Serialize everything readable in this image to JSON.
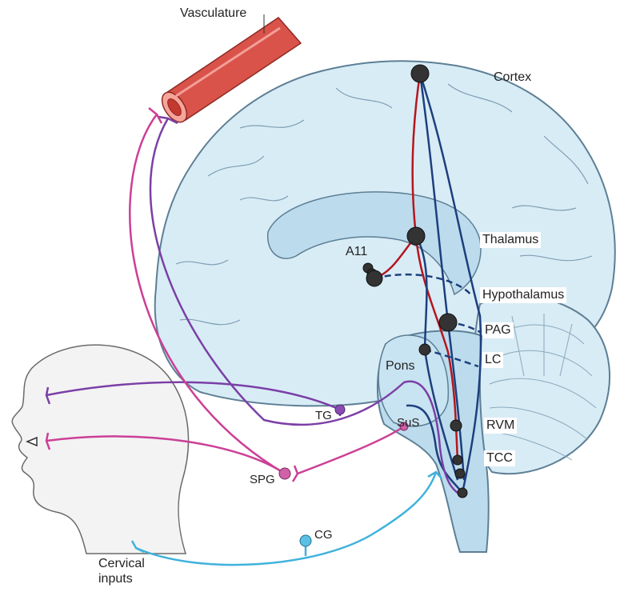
{
  "labels": {
    "vasculature": "Vasculature",
    "cortex": "Cortex",
    "thalamus": "Thalamus",
    "a11": "A11",
    "hypothalamus": "Hypothalamus",
    "pag": "PAG",
    "lc": "LC",
    "pons": "Pons",
    "tg": "TG",
    "sus": "SuS",
    "rvm": "RVM",
    "tcc": "TCC",
    "spg": "SPG",
    "cg": "CG",
    "cervical_line1": "Cervical",
    "cervical_line2": "inputs"
  },
  "colors": {
    "ascending": "#b5161e",
    "descending": "#1d3f7e",
    "trigeminal": "#7b3fa6",
    "parasympathetic": "#cc3f96",
    "cervical": "#3fb2dc",
    "brain_fill": "#d8ecf6",
    "brain_outline": "#5d7f95",
    "vessel": "#d9534a"
  }
}
